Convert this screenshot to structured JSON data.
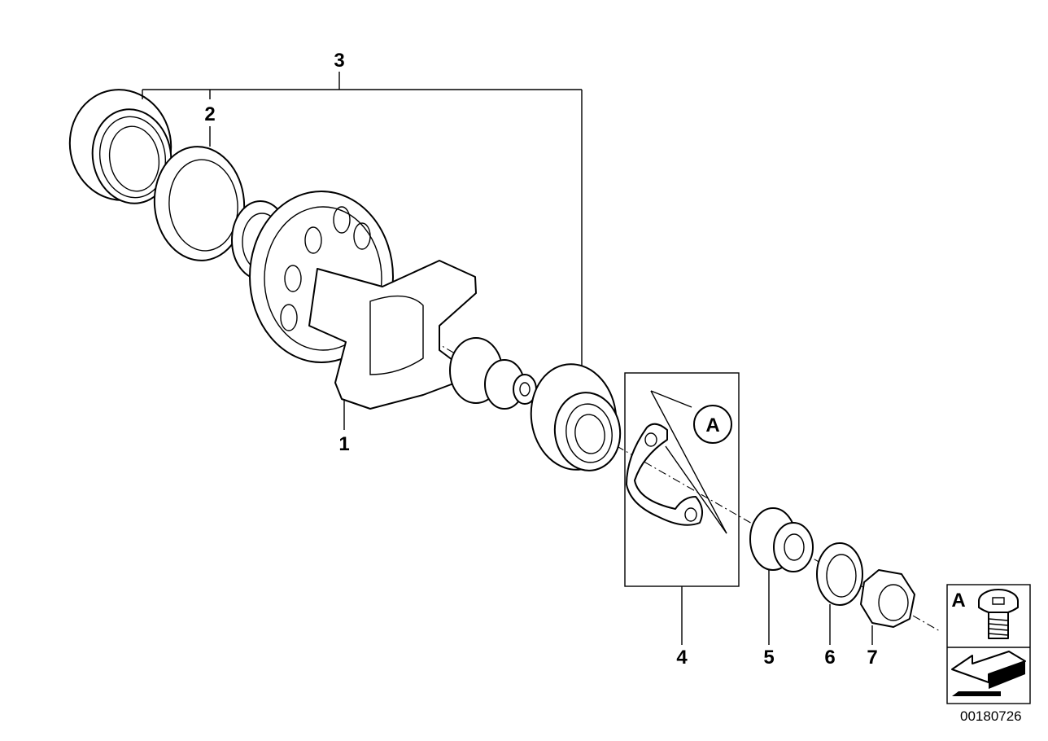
{
  "diagram": {
    "callouts": {
      "part_1": "1",
      "part_2": "2",
      "part_3": "3",
      "part_4": "4",
      "part_5": "5",
      "part_6": "6",
      "part_7": "7",
      "detail_a": "A",
      "legend_a": "A"
    },
    "reference_code": "00180726"
  }
}
